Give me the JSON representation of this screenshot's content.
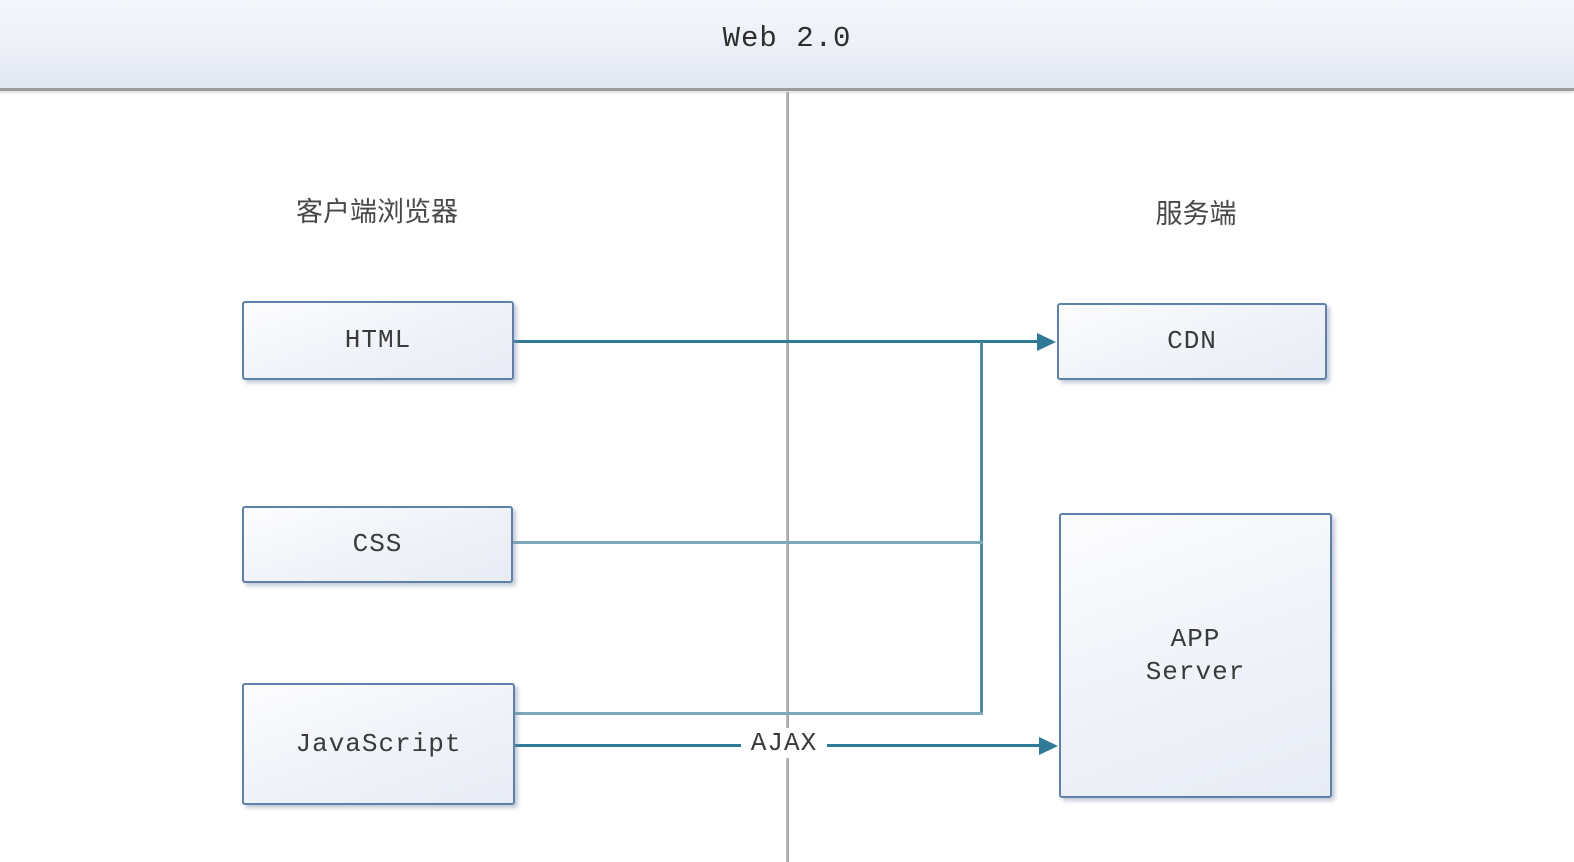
{
  "header": {
    "title": "Web 2.0"
  },
  "lanes": {
    "client": {
      "label": "客户端浏览器"
    },
    "server": {
      "label": "服务端"
    }
  },
  "nodes": {
    "html": {
      "label": "HTML"
    },
    "css": {
      "label": "CSS"
    },
    "javascript": {
      "label": "JavaScript"
    },
    "cdn": {
      "label": "CDN"
    },
    "app_server": {
      "line1": "APP",
      "line2": "Server"
    }
  },
  "edges": {
    "ajax": {
      "label": "AJAX"
    },
    "connections": [
      {
        "from": "HTML",
        "to": "CDN",
        "label": ""
      },
      {
        "from": "CSS",
        "to": "CDN",
        "label": ""
      },
      {
        "from": "JavaScript",
        "to": "CDN",
        "label": ""
      },
      {
        "from": "JavaScript",
        "to": "APP Server",
        "label": "AJAX"
      }
    ]
  },
  "colors": {
    "connector_primary": "#2f7b97",
    "connector_secondary": "#7ea9bb",
    "connector_branch": "#4e8ba3",
    "node_border": "#5f81a9",
    "node_fill_top": "#fdfdfe",
    "node_fill_bottom": "#e7ebf4",
    "lane_divider": "#a8a8a8",
    "header_bg_top": "#f4f6fb",
    "header_bg_bottom": "#e2e7f2",
    "header_separator": "#9c9c9c",
    "text": "#3a3a3a"
  }
}
